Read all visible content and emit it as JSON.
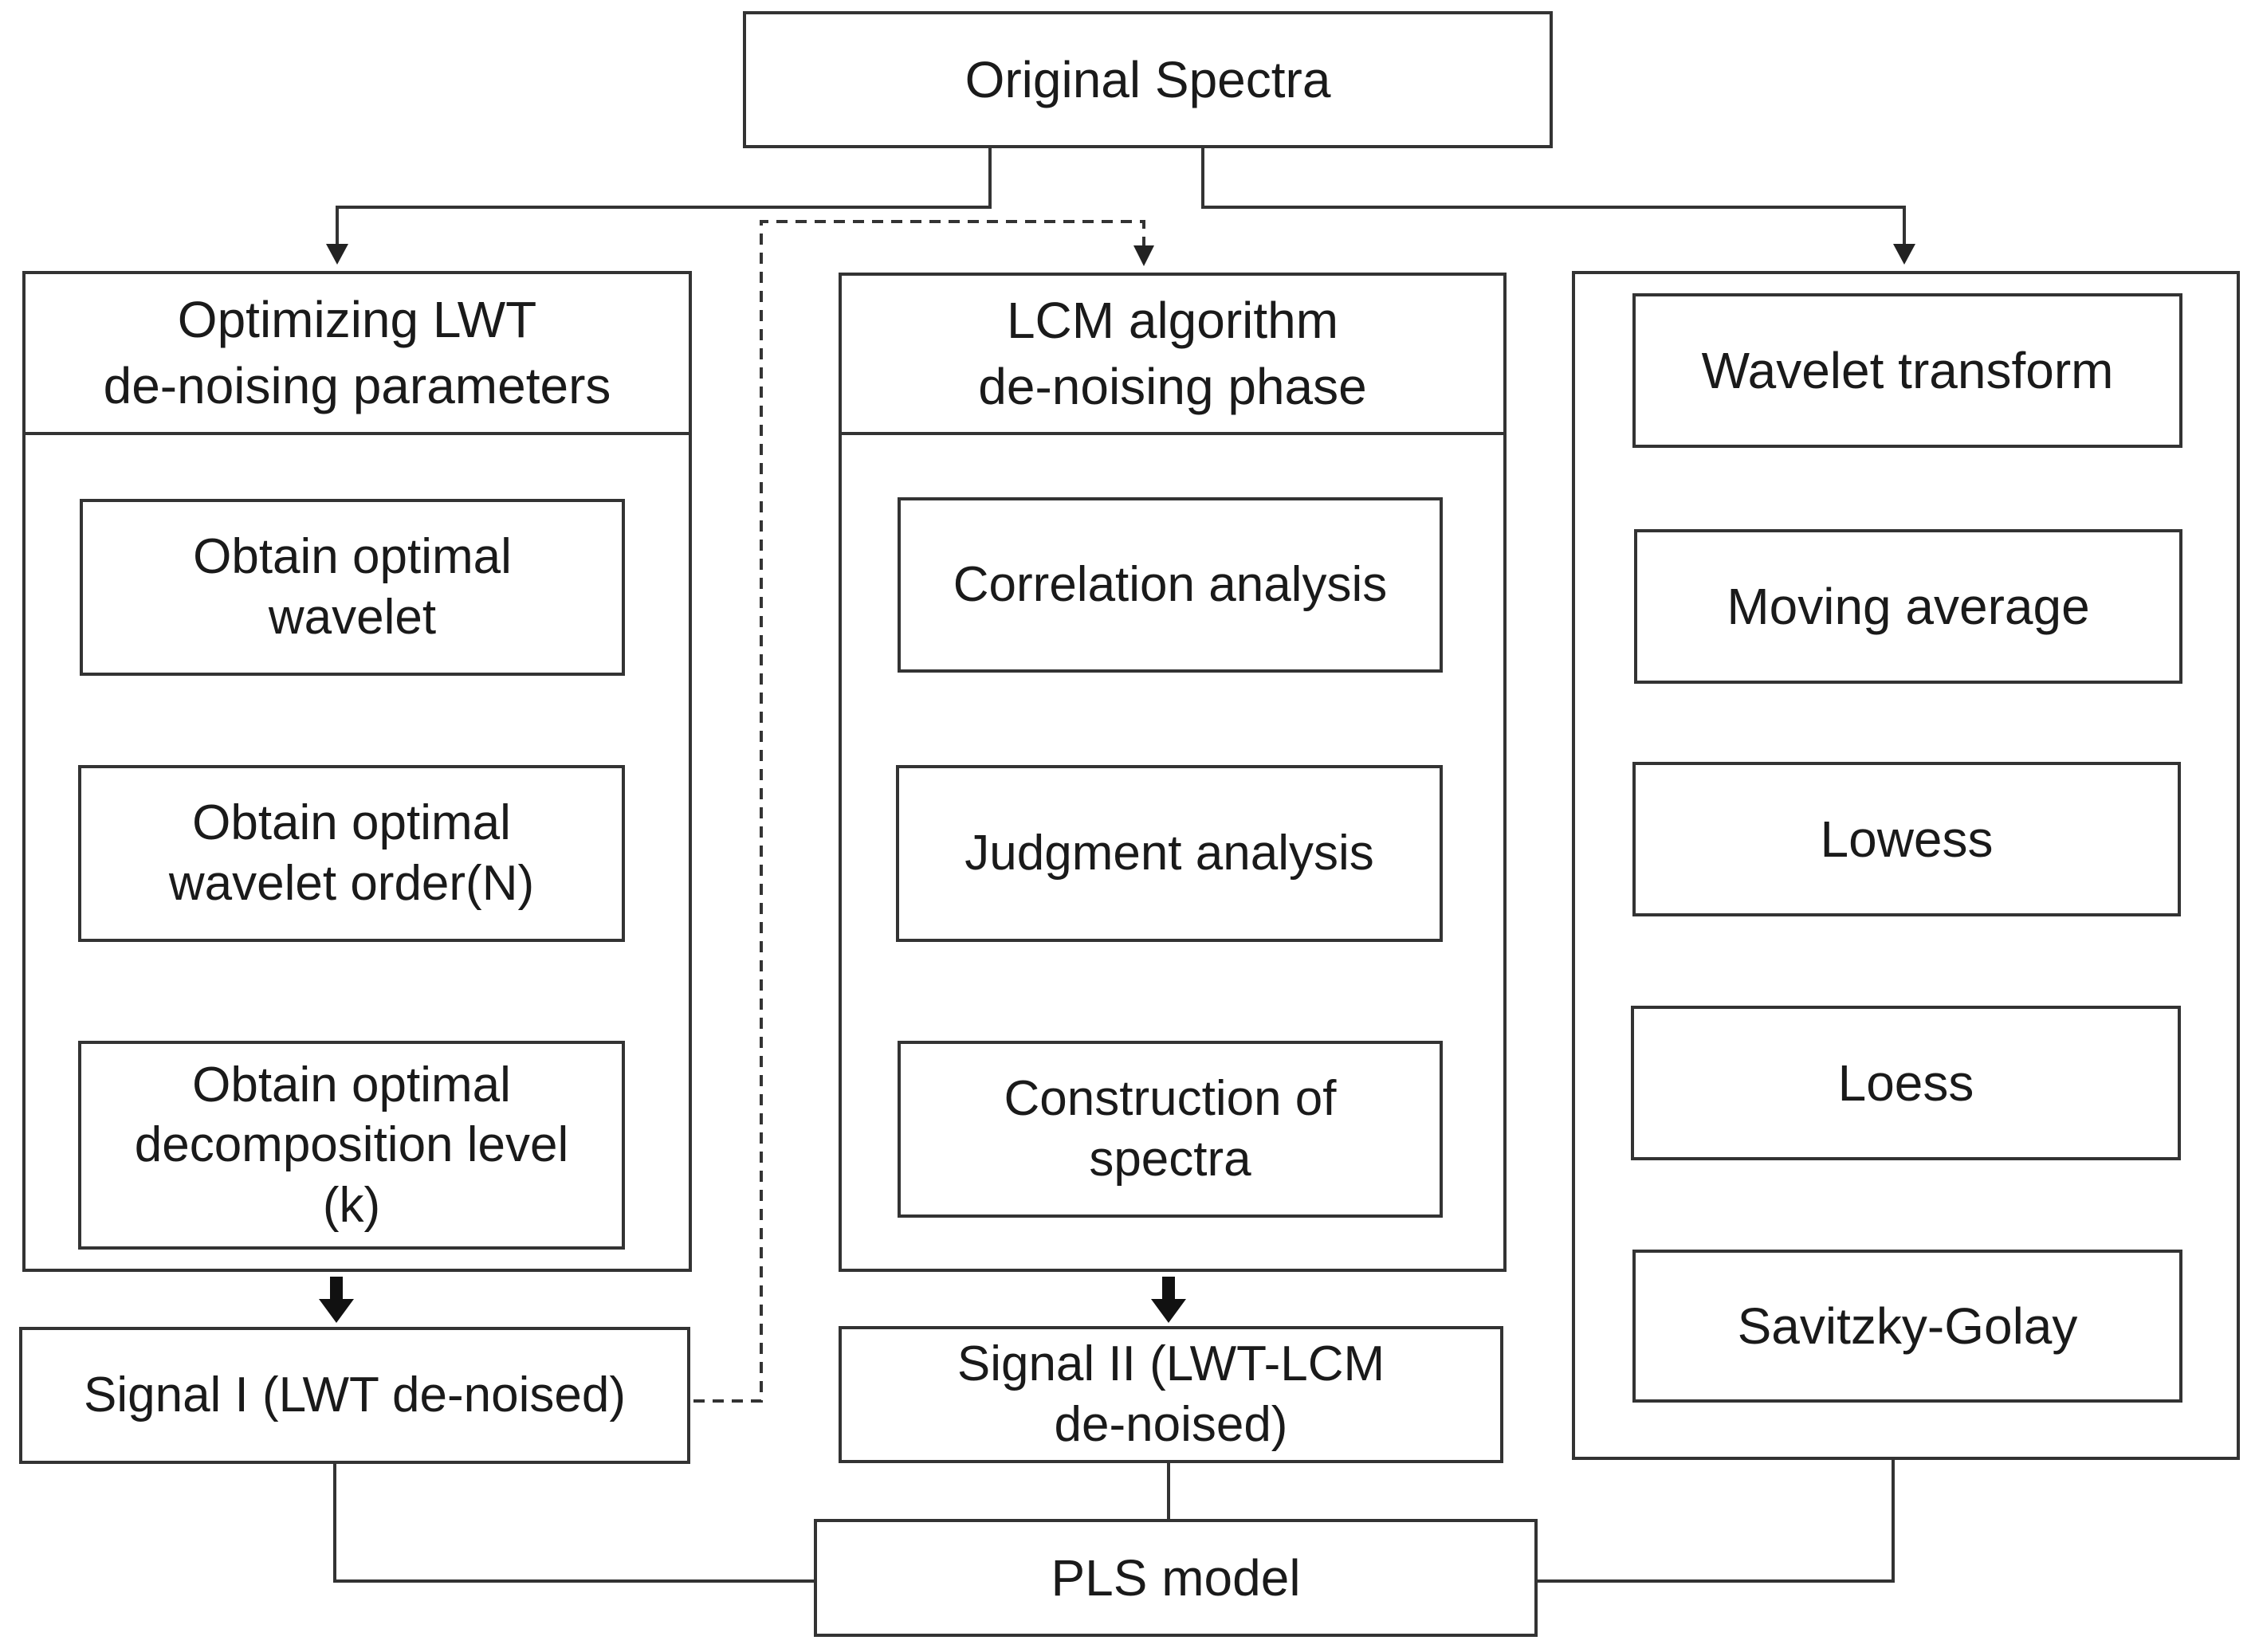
{
  "diagram": {
    "top": {
      "original_spectra": "Original Spectra"
    },
    "lwt_panel": {
      "title": "Optimizing  LWT\nde-noising parameters",
      "steps": [
        "Obtain optimal\nwavelet",
        "Obtain optimal\nwavelet order(N)",
        "Obtain optimal\ndecomposition level\n(k)"
      ],
      "output": "Signal I (LWT de-noised)"
    },
    "lcm_panel": {
      "title": "LCM algorithm\nde-noising phase",
      "steps": [
        "Correlation analysis",
        "Judgment analysis",
        "Construction of\nspectra"
      ],
      "output": "Signal  II (LWT-LCM\nde-noised)"
    },
    "methods_panel": {
      "items": [
        "Wavelet transform",
        "Moving average",
        "Lowess",
        "Loess",
        "Savitzky-Golay"
      ]
    },
    "bottom": {
      "pls_model": "PLS model"
    }
  }
}
